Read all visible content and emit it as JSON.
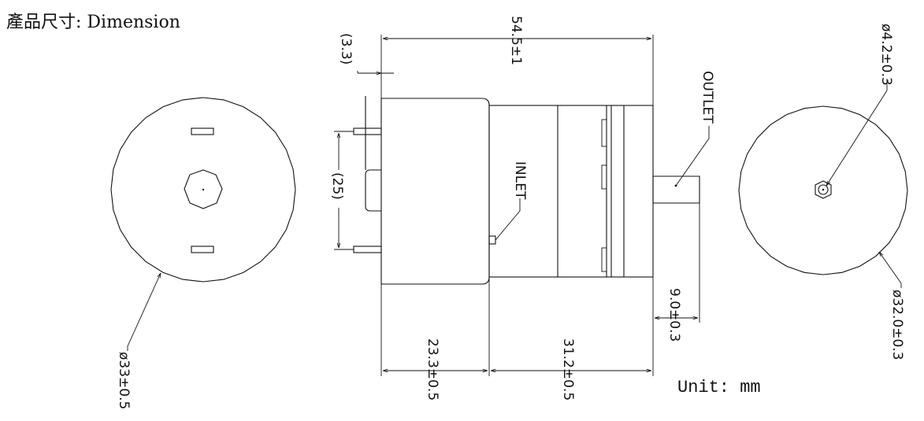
{
  "title": "產品尺寸: Dimension",
  "unit_label": "Unit: mm",
  "dimensions": {
    "overall_length": "54.5±1",
    "flange_offset": "(3.3)",
    "pin_spacing": "(25)",
    "front_body_length": "23.3±0.5",
    "rear_body_length": "31.2±0.5",
    "outlet_length": "9.0±0.3",
    "front_diameter": "ø33±0.5",
    "outlet_diameter": "ø4.2±0.3",
    "rear_diameter": "ø32.0±0.3"
  },
  "labels": {
    "inlet": "INLET",
    "outlet": "OUTLET"
  }
}
